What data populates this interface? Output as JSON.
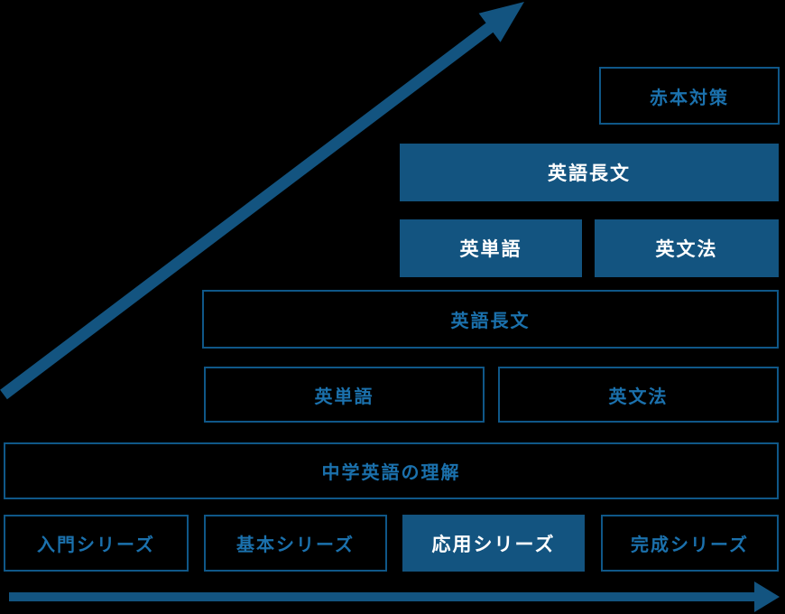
{
  "background": "#000000",
  "colors": {
    "box_fill": "#135480",
    "box_border": "#0f5788",
    "text_blue": "#1b71ad",
    "text_white": "#ffffff",
    "arrow": "#135480"
  },
  "arrows": {
    "diagonal_up_right": {
      "name": "level-up-arrow",
      "direction": "up-right"
    },
    "horizontal_right": {
      "name": "series-progression-arrow",
      "direction": "right"
    }
  },
  "levels": {
    "akahon": {
      "label": "赤本対策",
      "variant": "outlined"
    },
    "eigo_choubun_upper": {
      "label": "英語長文",
      "variant": "filled"
    },
    "eitango_upper": {
      "label": "英単語",
      "variant": "filled"
    },
    "eibunpou_upper": {
      "label": "英文法",
      "variant": "filled"
    },
    "eigo_choubun_lower": {
      "label": "英語長文",
      "variant": "outlined"
    },
    "eitango_lower": {
      "label": "英単語",
      "variant": "outlined"
    },
    "eibunpou_lower": {
      "label": "英文法",
      "variant": "outlined"
    },
    "chuugaku_eigo": {
      "label": "中学英語の理解",
      "variant": "outlined"
    },
    "series": [
      {
        "label": "入門シリーズ",
        "variant": "outlined"
      },
      {
        "label": "基本シリーズ",
        "variant": "outlined"
      },
      {
        "label": "応用シリーズ",
        "variant": "filled"
      },
      {
        "label": "完成シリーズ",
        "variant": "outlined"
      }
    ]
  }
}
